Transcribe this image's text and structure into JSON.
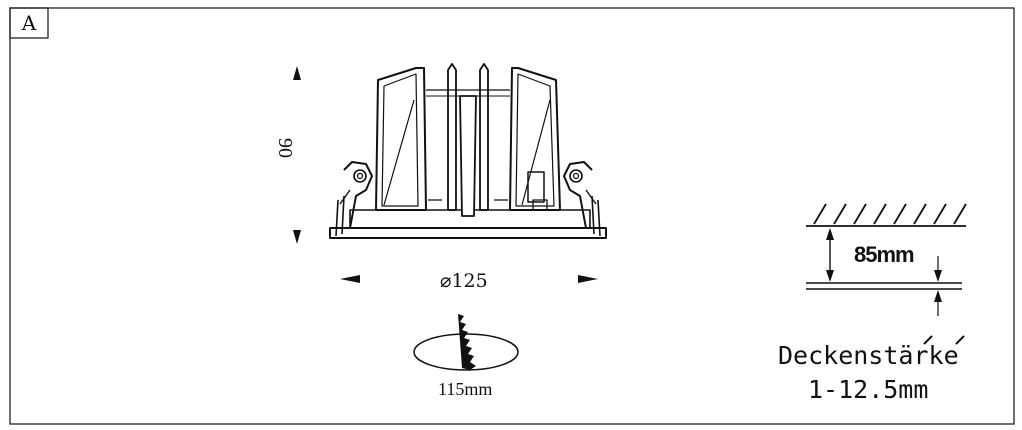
{
  "panel": {
    "label": "A"
  },
  "dimensions": {
    "height": "90",
    "diameter": "⌀125",
    "cutout": "115mm",
    "recess_depth": "85mm"
  },
  "ceiling": {
    "title": "Deckenstärke",
    "range": "1-12.5mm"
  },
  "colors": {
    "line": "#111111",
    "background": "#ffffff"
  }
}
